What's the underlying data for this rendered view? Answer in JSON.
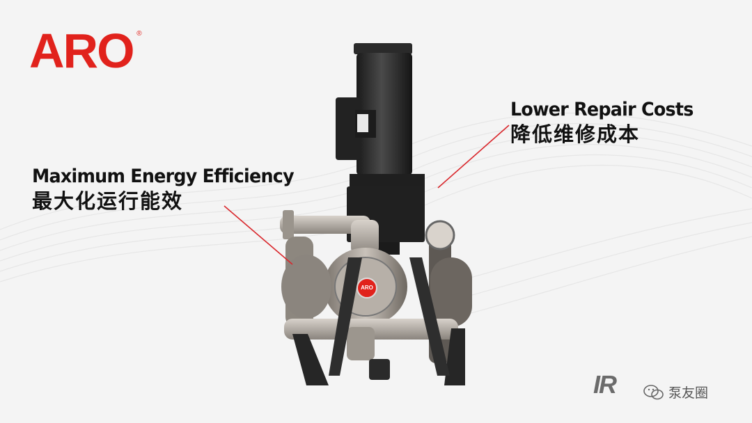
{
  "logo": {
    "brand": "ARO",
    "registered": "®"
  },
  "callouts": {
    "left": {
      "en": "Maximum Energy Efficiency",
      "zh": "最大化运行能效"
    },
    "right": {
      "en": "Lower Repair Costs",
      "zh": "降低维修成本"
    }
  },
  "pump_badge": "ARO",
  "footer": {
    "ir_logo": "IR",
    "watermark": "泵友圈"
  },
  "colors": {
    "accent": "#e1221c",
    "text": "#111111",
    "background": "#f4f4f4"
  }
}
